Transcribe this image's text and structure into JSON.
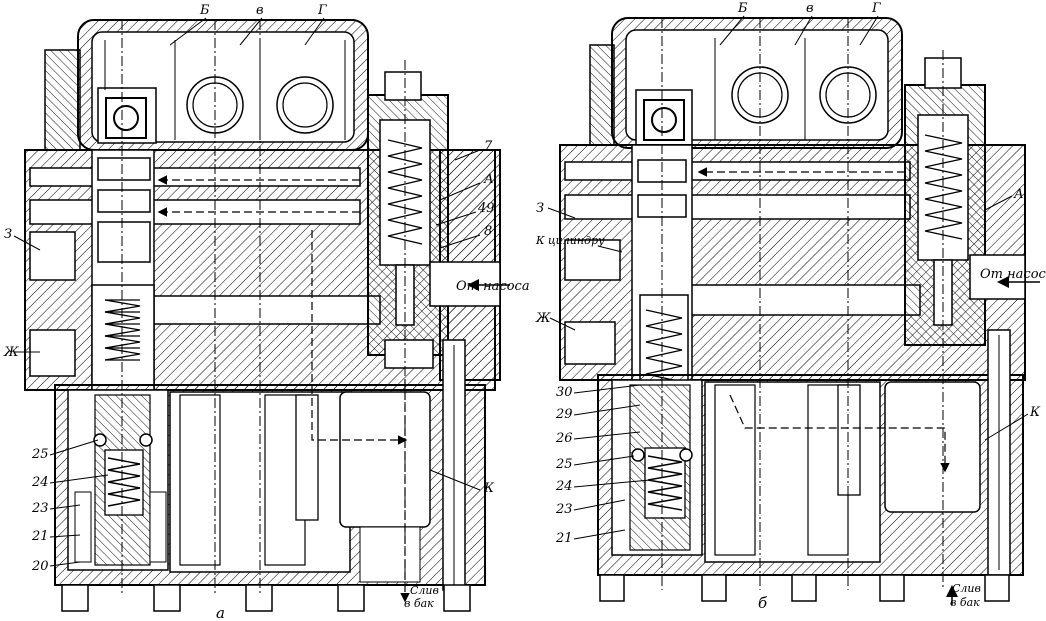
{
  "figure_a": {
    "caption": "а",
    "top_labels": {
      "b": "Б",
      "v": "в",
      "g": "Г"
    },
    "right_labels": {
      "seven": "7",
      "a": "А",
      "fortynine": "49",
      "eight": "8",
      "pump": "От насоса",
      "k": "К"
    },
    "left_labels": {
      "z": "З",
      "zh": "Ж",
      "n25": "25",
      "n24": "24",
      "n23": "23",
      "n21": "21",
      "n20": "20"
    },
    "drain_line1": "Слив",
    "drain_line2": "в бак"
  },
  "figure_b": {
    "caption": "б",
    "top_labels": {
      "b": "Б",
      "v": "в",
      "g": "Г"
    },
    "right_labels": {
      "a": "А",
      "pump": "От насоса",
      "k": "К"
    },
    "left_labels": {
      "z": "З",
      "cyl": "К цилиндру",
      "zh": "Ж",
      "n30": "30",
      "n29": "29",
      "n26": "26",
      "n25": "25",
      "n24": "24",
      "n23": "23",
      "n21": "21"
    },
    "drain_line1": "Слив",
    "drain_line2": "в бак"
  }
}
